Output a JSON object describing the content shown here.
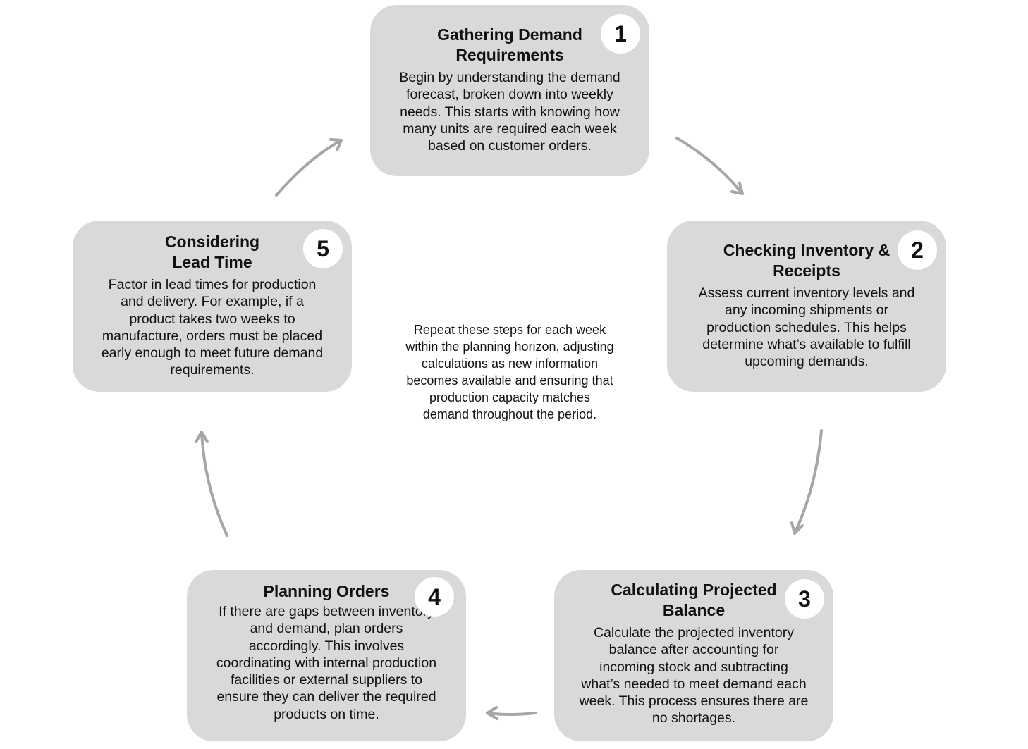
{
  "steps": [
    {
      "number": "1",
      "title": "Gathering Demand\nRequirements",
      "description": "Begin by understanding the demand\nforecast, broken down into weekly\nneeds. This starts with knowing how\nmany units are required each week\nbased on customer orders."
    },
    {
      "number": "2",
      "title": "Checking Inventory &\nReceipts",
      "description": "Assess current inventory levels and\nany incoming shipments or\nproduction schedules. This helps\ndetermine what’s available to fulfill\nupcoming demands."
    },
    {
      "number": "3",
      "title": "Calculating Projected\nBalance",
      "description": "Calculate the projected inventory\nbalance after accounting for\nincoming stock and subtracting\nwhat’s needed to meet demand each\nweek. This process ensures there are\nno shortages."
    },
    {
      "number": "4",
      "title": "Planning Orders",
      "description": "If there are gaps between inventory\nand demand, plan orders\naccordingly. This involves\ncoordinating with internal production\nfacilities or external suppliers to\nensure they can deliver the required\nproducts on time."
    },
    {
      "number": "5",
      "title": "Considering\nLead Time",
      "description": "Factor in lead times for production\nand delivery. For example, if a\nproduct takes two weeks to\nmanufacture, orders must be placed\nearly enough to meet future demand\nrequirements."
    }
  ],
  "center_note": "Repeat these steps for each week\nwithin the planning horizon, adjusting\ncalculations as new information\nbecomes available and ensuring that\nproduction capacity matches\ndemand throughout the period.",
  "colors": {
    "card_fill": "#d9d9d9",
    "badge_fill": "#ffffff",
    "arrow": "#a6a6a6",
    "text": "#111111"
  }
}
